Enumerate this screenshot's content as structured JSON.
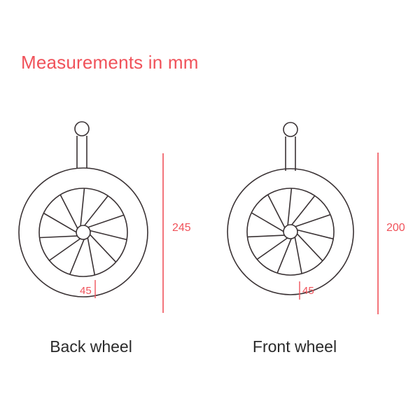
{
  "title": "Measurements in mm",
  "colors": {
    "accent": "#f0525a",
    "line": "#3a3234"
  },
  "wheels": {
    "back": {
      "label": "Back wheel",
      "height_label": "245",
      "width_label": "45"
    },
    "front": {
      "label": "Front wheel",
      "height_label": "200",
      "width_label": "45"
    }
  }
}
